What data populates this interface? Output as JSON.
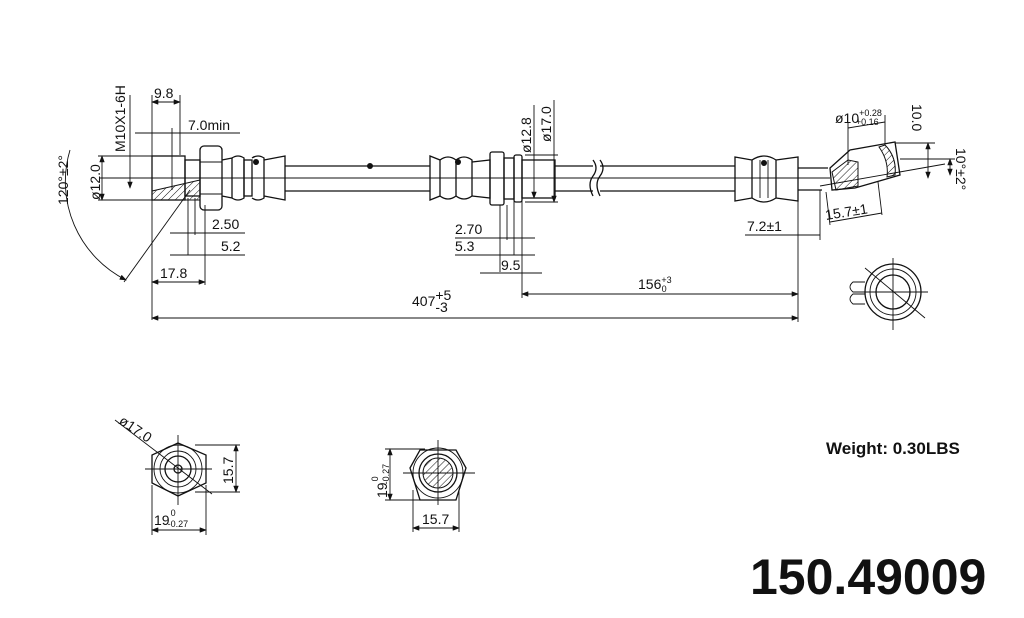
{
  "weight": "Weight: 0.30LBS",
  "part_number": "150.49009",
  "dims": {
    "thread": "M10X1-6H",
    "d9_8": "9.8",
    "min7": "7.0min",
    "dia12": "ø12.0",
    "angle120": "120°±2°",
    "d2_50": "2.50",
    "d5_2": "5.2",
    "d17_8": "17.8",
    "d407": "407",
    "d407_plus": "+5",
    "d407_minus": "-3",
    "d2_70": "2.70",
    "d5_3": "5.3",
    "d9_5": "9.5",
    "dia12_8": "ø12.8",
    "dia17": "ø17.0",
    "d156": "156",
    "d156_plus": "+3",
    "d156_minus": "0",
    "d7_2": "7.2±1",
    "d15_7tol": "15.7±1",
    "dia10": "ø10",
    "dia10_plus": "+0.28",
    "dia10_minus": "+0.16",
    "d10_0": "10.0",
    "angle10": "10°±2°",
    "hex1_dia": "ø17.0",
    "hex1_flat": "15.7",
    "hex1_across": "19",
    "hex1_up": "0",
    "hex1_low": "-0.27",
    "hex2_across": "19",
    "hex2_up": "0",
    "hex2_low": "-0.27",
    "hex2_flat": "15.7"
  },
  "colors": {
    "ink": "#111111",
    "background": "#ffffff"
  }
}
